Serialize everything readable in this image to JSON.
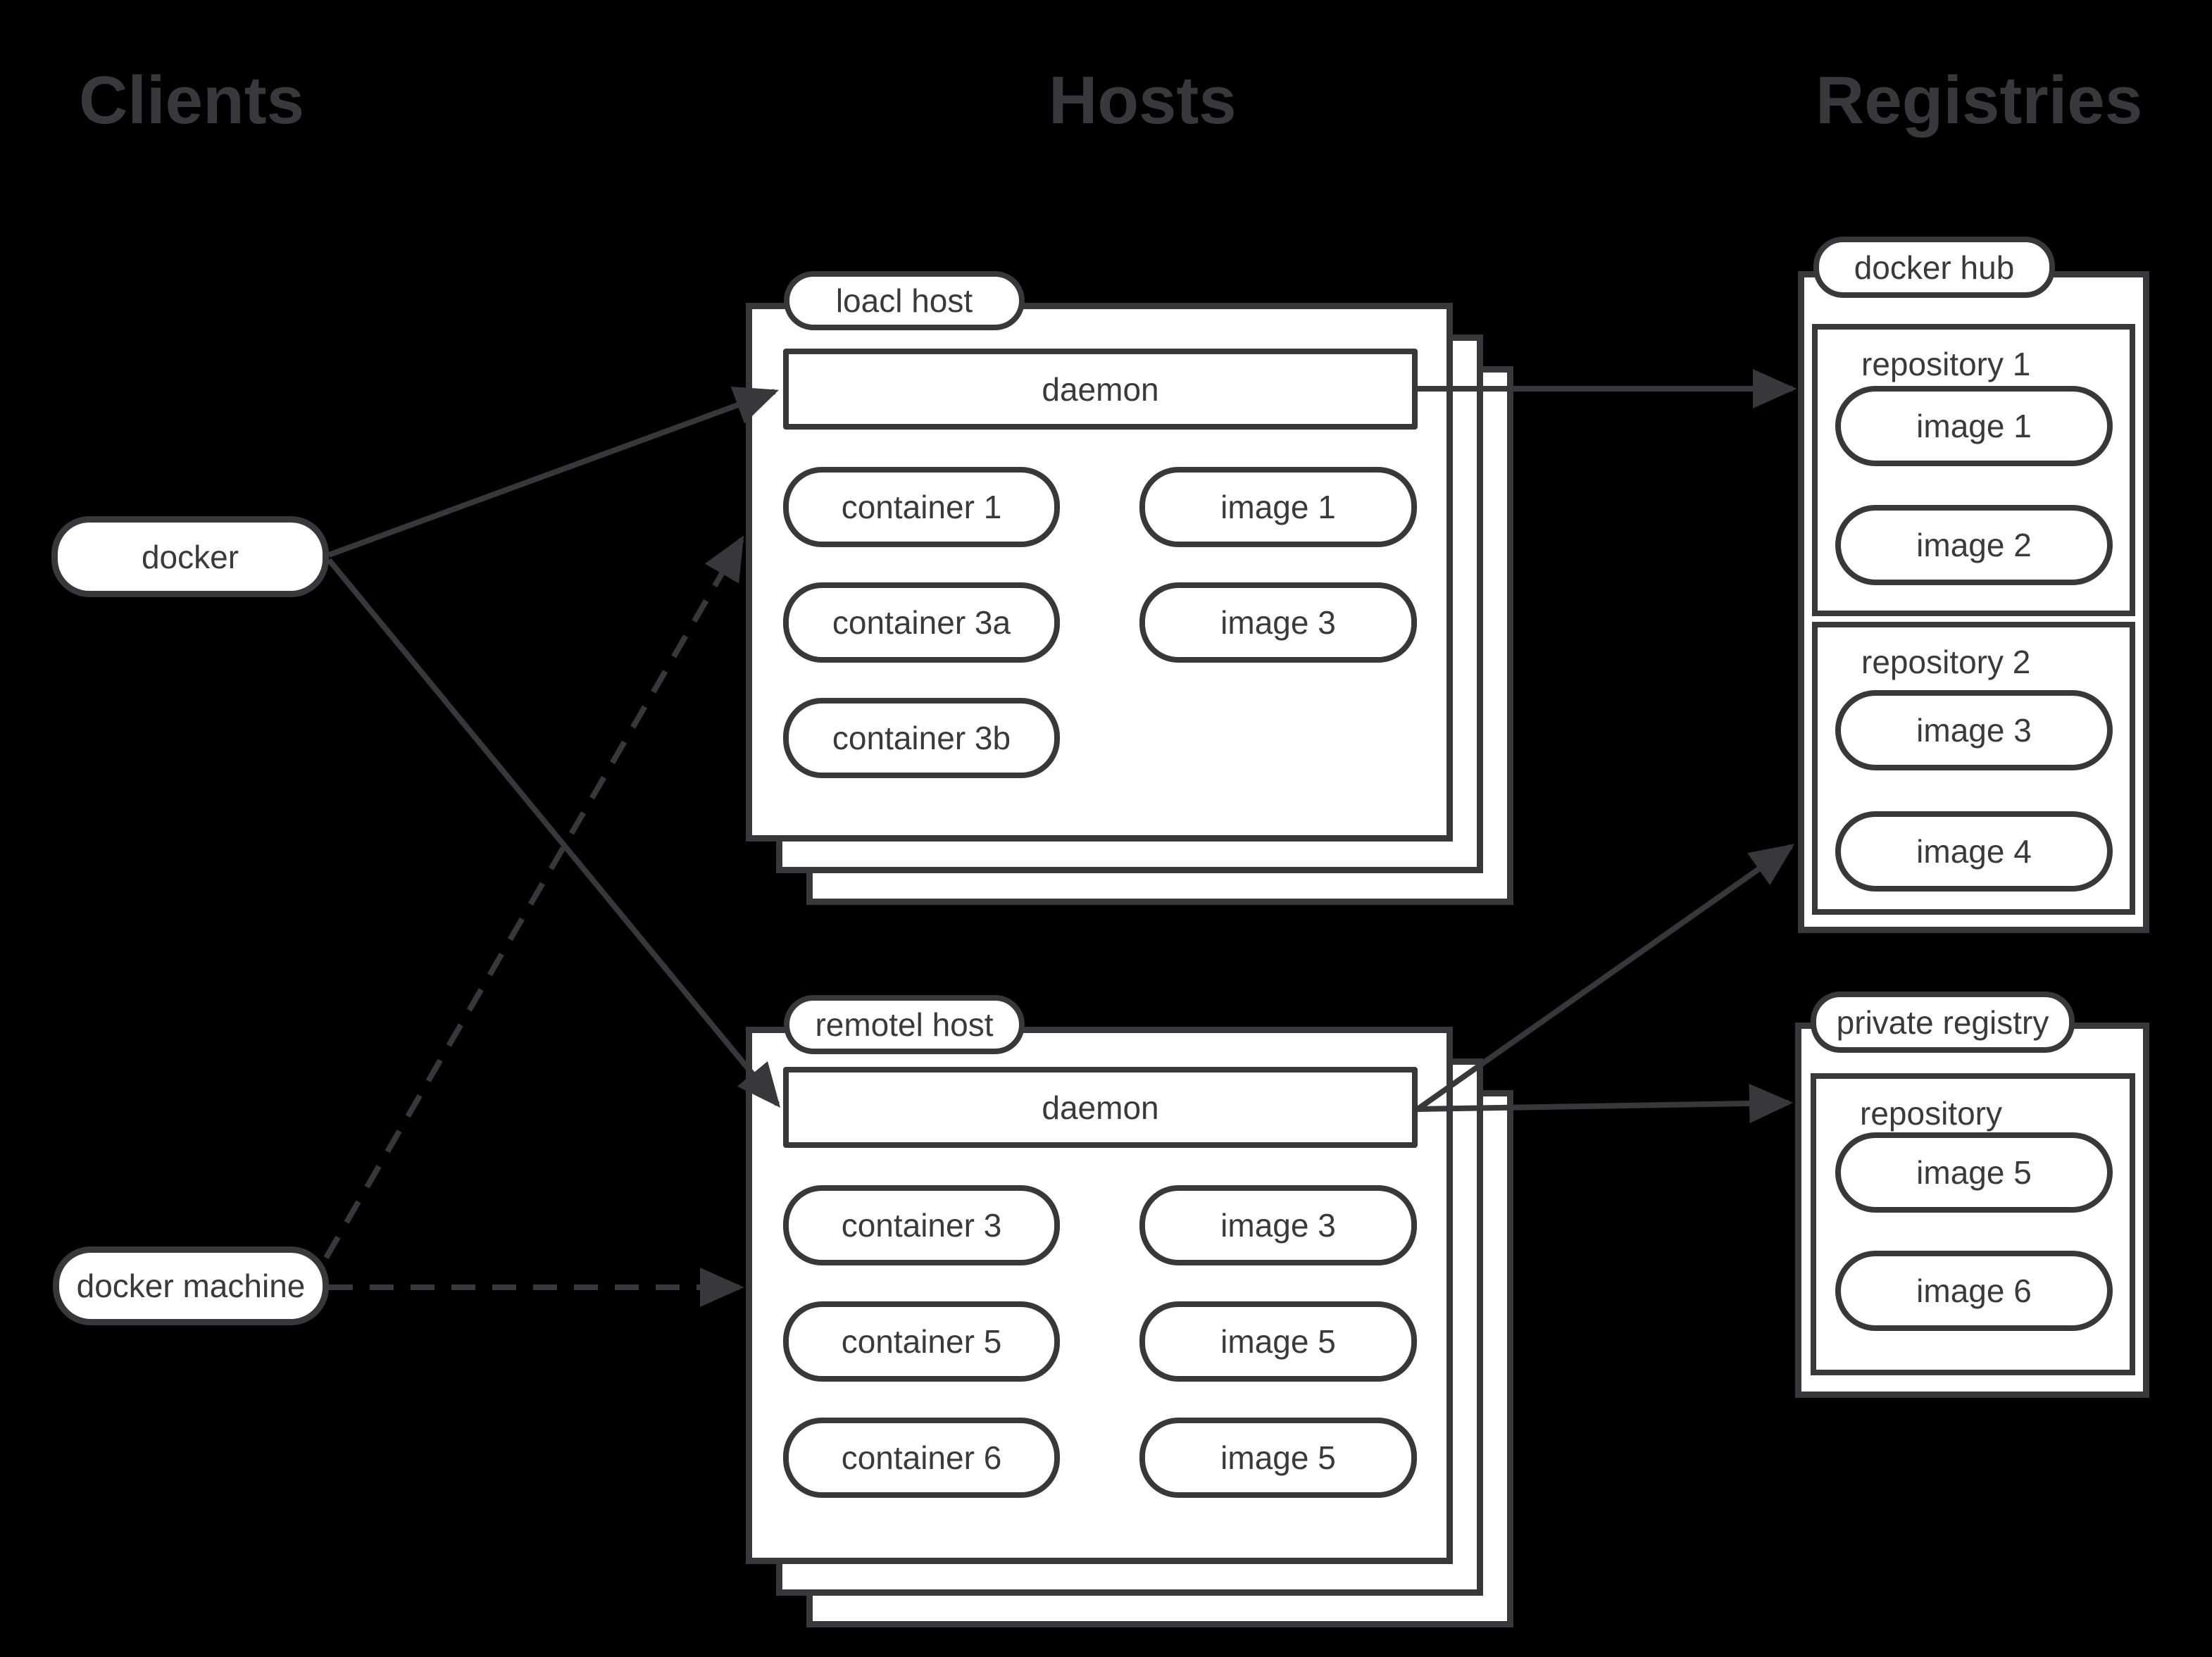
{
  "headers": {
    "clients": "Clients",
    "hosts": "Hosts",
    "registries": "Registries"
  },
  "clients": {
    "docker": {
      "label": "docker"
    },
    "docker_machine": {
      "label": "docker machine"
    }
  },
  "hosts": {
    "local": {
      "tab": "loacl host",
      "daemon": "daemon",
      "containers": [
        {
          "label": "container 1"
        },
        {
          "label": "container 3a"
        },
        {
          "label": "container 3b"
        }
      ],
      "images": [
        {
          "label": "image 1"
        },
        {
          "label": "image 3"
        }
      ]
    },
    "remote": {
      "tab": "remotel host",
      "daemon": "daemon",
      "containers": [
        {
          "label": "container 3"
        },
        {
          "label": "container 5"
        },
        {
          "label": "container 6"
        }
      ],
      "images": [
        {
          "label": "image 3"
        },
        {
          "label": "image 5"
        },
        {
          "label": "image 5"
        }
      ]
    }
  },
  "registries": {
    "docker_hub": {
      "tab": "docker hub",
      "repositories": [
        {
          "title": "repository 1",
          "images": [
            {
              "label": "image 1"
            },
            {
              "label": "image 2"
            }
          ]
        },
        {
          "title": "repository 2",
          "images": [
            {
              "label": "image 3"
            },
            {
              "label": "image 4"
            }
          ]
        }
      ]
    },
    "private_registry": {
      "tab": "private registry",
      "repositories": [
        {
          "title": "repository",
          "images": [
            {
              "label": "image 5"
            },
            {
              "label": "image 6"
            }
          ]
        }
      ]
    }
  },
  "colors": {
    "background": "#000000",
    "stroke": "#38383a",
    "box_fill": "#ffffff",
    "text": "#3a3a3c",
    "header_text": "#39393b"
  }
}
